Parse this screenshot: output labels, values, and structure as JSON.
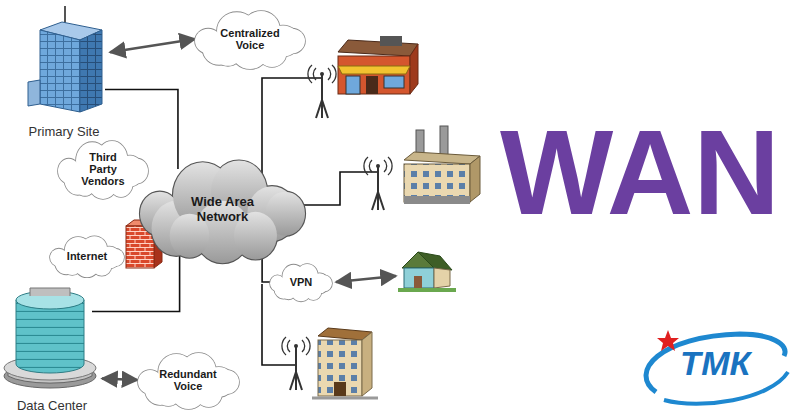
{
  "diagram": {
    "nodes": [
      {
        "text": [
          "Centralized Voice"
        ]
      },
      {
        "text": [
          "Primary Site"
        ]
      },
      {
        "text": [
          "Third Party Vendors"
        ]
      },
      {
        "text": [
          "Wide Area Network"
        ]
      },
      {
        "text": [
          "Internet"
        ]
      },
      {
        "text": [
          "VPN"
        ]
      },
      {
        "text": [
          "Data Center"
        ]
      },
      {
        "text": [
          "Redundant Voice"
        ]
      }
    ],
    "edges": [
      {
        "from": 1,
        "to": 0,
        "arrow": "both"
      },
      {
        "from": 1,
        "to": 3,
        "arrow": "none"
      },
      {
        "from": 3,
        "to": 5,
        "arrow": "none"
      },
      {
        "from": 6,
        "to": 3,
        "arrow": "none"
      },
      {
        "from": 6,
        "to": 7,
        "arrow": "both"
      }
    ],
    "labels": [
      "WAN",
      "ТМК"
    ]
  }
}
